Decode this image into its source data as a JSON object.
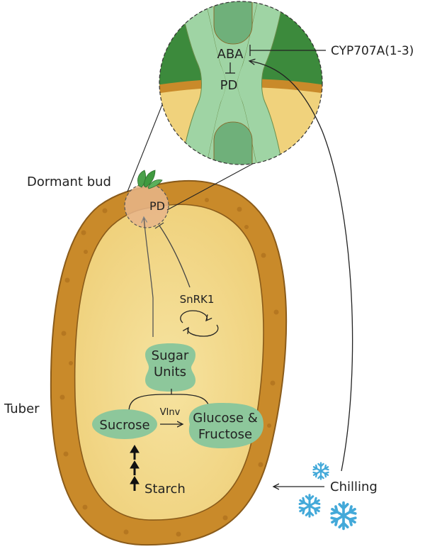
{
  "labels": {
    "dormant_bud": "Dormant bud",
    "tuber": "Tuber",
    "pd_bud": "PD",
    "aba": "ABA",
    "pd_zoom": "PD",
    "cyp": "CYP707A(1-3)",
    "snrk1": "SnRK1",
    "sugar_line1": "Sugar",
    "sugar_line2": "Units",
    "sucrose": "Sucrose",
    "vinv": "VInv",
    "glucose_line1": "Glucose &",
    "glucose_line2": "Fructose",
    "starch": "Starch",
    "chilling": "Chilling"
  },
  "colors": {
    "skin": "#c98a2a",
    "skin_dark": "#8a5b1a",
    "flesh": "#f3d98c",
    "node_green": "#8dc79b",
    "dark_green": "#3c8a3c",
    "pale_green": "#9fd4a4",
    "snow_blue": "#43a9d9",
    "bud_pink": "#e8b58a"
  },
  "icons": [
    "snowflake-icon",
    "upward-arrow-icon",
    "leaf-icon"
  ]
}
